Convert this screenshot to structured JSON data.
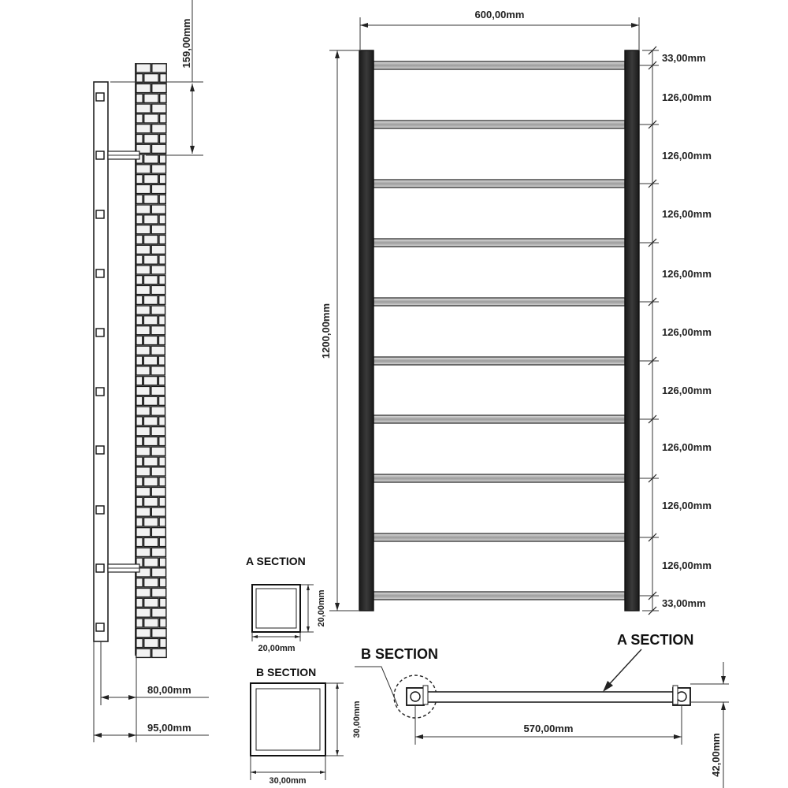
{
  "side_view": {
    "wall_offset": "159,00mm",
    "depth_inner": "80,00mm",
    "depth_outer": "95,00mm"
  },
  "front_view": {
    "width": "600,00mm",
    "height": "1200,00mm",
    "bar_spacing": [
      "33,00mm",
      "126,00mm",
      "126,00mm",
      "126,00mm",
      "126,00mm",
      "126,00mm",
      "126,00mm",
      "126,00mm",
      "126,00mm",
      "126,00mm",
      "33,00mm"
    ]
  },
  "a_section": {
    "title": "A SECTION",
    "width": "20,00mm",
    "height": "20,00mm"
  },
  "b_section": {
    "title": "B SECTION",
    "width": "30,00mm",
    "height": "30,00mm"
  },
  "top_view": {
    "a_label": "A SECTION",
    "b_label": "B SECTION",
    "inner_width": "570,00mm",
    "depth": "42,00mm"
  },
  "colors": {
    "rail": "#2a2a2a",
    "bar_fill": "#b8b8b8",
    "brick_fill": "#f2f2f2",
    "line": "#222222"
  }
}
